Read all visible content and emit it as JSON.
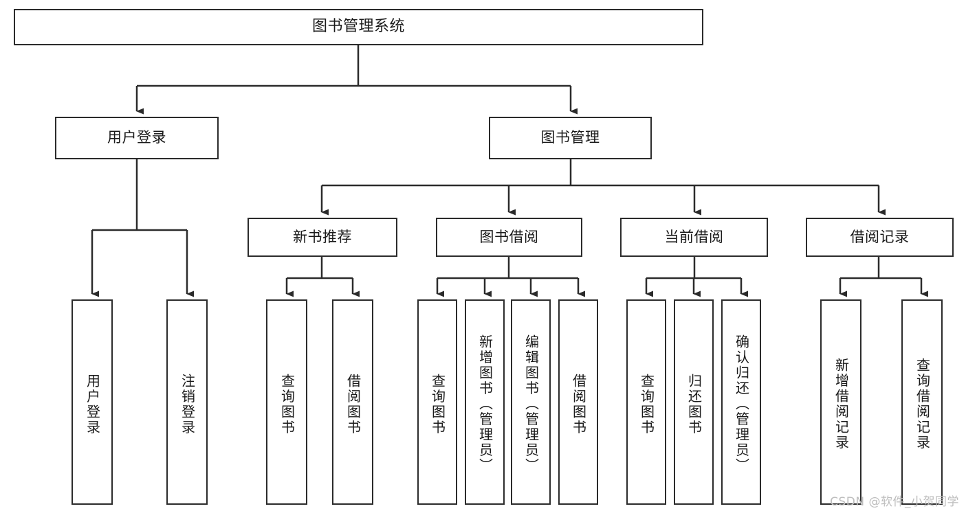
{
  "diagram": {
    "title": "图书管理系统",
    "type": "tree-hierarchy-functional-decomposition",
    "colors": {
      "stroke": "#2b2b2b",
      "fill": "#ffffff",
      "text": "#1a1a1a",
      "watermark": "#bdbdbd"
    },
    "root": {
      "label": "图书管理系统"
    },
    "level1": [
      {
        "label": "用户登录"
      },
      {
        "label": "图书管理"
      }
    ],
    "level2": [
      {
        "label": "新书推荐"
      },
      {
        "label": "图书借阅"
      },
      {
        "label": "当前借阅"
      },
      {
        "label": "借阅记录"
      }
    ],
    "leaves": {
      "user_login": [
        {
          "label": "用户登录"
        },
        {
          "label": "注销登录"
        }
      ],
      "new_book_recommend": [
        {
          "label": "查询图书"
        },
        {
          "label": "借阅图书"
        }
      ],
      "book_borrow": [
        {
          "label": "查询图书"
        },
        {
          "label": "新增图书（管理员）"
        },
        {
          "label": "编辑图书（管理员）"
        },
        {
          "label": "借阅图书"
        }
      ],
      "current_borrow": [
        {
          "label": "查询图书"
        },
        {
          "label": "归还图书"
        },
        {
          "label": "确认归还（管理员）"
        }
      ],
      "borrow_record": [
        {
          "label": "新增借阅记录"
        },
        {
          "label": "查询借阅记录"
        }
      ]
    },
    "watermark": "CSDN @软件_小贺同学"
  }
}
